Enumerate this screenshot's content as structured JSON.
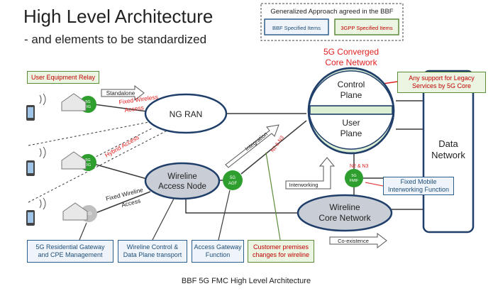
{
  "title": "High Level Architecture",
  "subtitle": "- and elements to be standardized",
  "legend": {
    "heading": "Generalized Approach agreed in the BBF",
    "bbf_items": "BBF Specified Items",
    "3gpp_items": "3GPP Specified Items"
  },
  "core": {
    "title_line1": "5G Converged",
    "title_line2": "Core Network",
    "control_plane_line1": "Control",
    "control_plane_line2": "Plane",
    "user_plane_line1": "User",
    "user_plane_line2": "Plane"
  },
  "legacy_support_line1": "Any support for Legacy",
  "legacy_support_line2": "Services by 5G Core",
  "data_network_line1": "Data",
  "data_network_line2": "Network",
  "ng_ran": "NG RAN",
  "wireline_access_node_line1": "Wireline",
  "wireline_access_node_line2": "Access Node",
  "wireline_core_line1": "Wireline",
  "wireline_core_line2": "Core Network",
  "nodes": {
    "rg1_line1": "5G",
    "rg1_line2": "RG",
    "rg2_line1": "5G",
    "rg2_line2": "RG",
    "rg3": "RG",
    "agf_line1": "5G",
    "agf_line2": "AGF",
    "fmif_line1": "5G",
    "fmif_line2": "FMIF"
  },
  "labels": {
    "user_equipment_relay": "User Equipment Relay",
    "standalone": "Standalone",
    "fixed_wireless_access_line1": "Fixed Wireless",
    "fixed_wireless_access_line2": "Access",
    "hybrid_access": "Hybrid Access",
    "fixed_wireline_access_line1": "Fixed Wireline",
    "fixed_wireline_access_line2": "Access",
    "integration": "Integration",
    "n2_n3_upper": "N2 & N3",
    "n2_n3_lower": "N2 & N3",
    "interworking": "Interworking",
    "fixed_mobile_interworking_line1": "Fixed Mobile",
    "fixed_mobile_interworking_line2": "Interworking Function",
    "co_existence": "Co-existence",
    "residential_gateway_line1": "5G Residential Gateway",
    "residential_gateway_line2": "and CPE Management",
    "wireline_control_line1": "Wireline Control &",
    "wireline_control_line2": "Data Plane transport",
    "access_gateway_line1": "Access Gateway",
    "access_gateway_line2": "Function",
    "customer_premises_line1": "Customer premises",
    "customer_premises_line2": "changes for wireline"
  },
  "caption": "BBF 5G FMC High Level Architecture",
  "colors": {
    "node_green": "#2e9e2e",
    "core_green": "#dcefd3",
    "access_node_fill": "#c9cdd6",
    "bbf_blue": "#2e5f8a",
    "accent_red": "#e02020",
    "line_dark": "#3a3a3a"
  }
}
